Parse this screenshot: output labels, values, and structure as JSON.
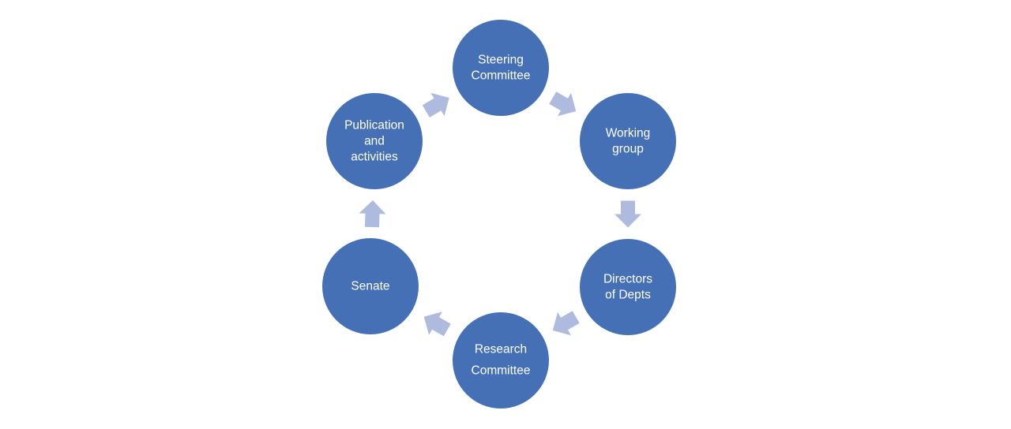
{
  "colors": {
    "node_fill": "#4570b5",
    "arrow_fill": "#aebbde",
    "label_text": "#ffffff",
    "background": "#ffffff"
  },
  "cycle": {
    "nodes": [
      {
        "id": "steering-committee",
        "lines": [
          "Steering",
          "Committee"
        ]
      },
      {
        "id": "working-group",
        "lines": [
          "Working",
          "group"
        ]
      },
      {
        "id": "directors-of-depts",
        "lines": [
          "Directors",
          "of Depts"
        ]
      },
      {
        "id": "research-committee",
        "lines": [
          "Research",
          "Committee"
        ]
      },
      {
        "id": "senate",
        "lines": [
          "Senate"
        ]
      },
      {
        "id": "publication-and-activities",
        "lines": [
          "Publication",
          "and",
          "activities"
        ]
      }
    ],
    "arrows": [
      {
        "from": "steering-committee",
        "to": "working-group"
      },
      {
        "from": "working-group",
        "to": "directors-of-depts"
      },
      {
        "from": "directors-of-depts",
        "to": "research-committee"
      },
      {
        "from": "research-committee",
        "to": "senate"
      },
      {
        "from": "senate",
        "to": "publication-and-activities"
      },
      {
        "from": "publication-and-activities",
        "to": "steering-committee"
      }
    ]
  }
}
